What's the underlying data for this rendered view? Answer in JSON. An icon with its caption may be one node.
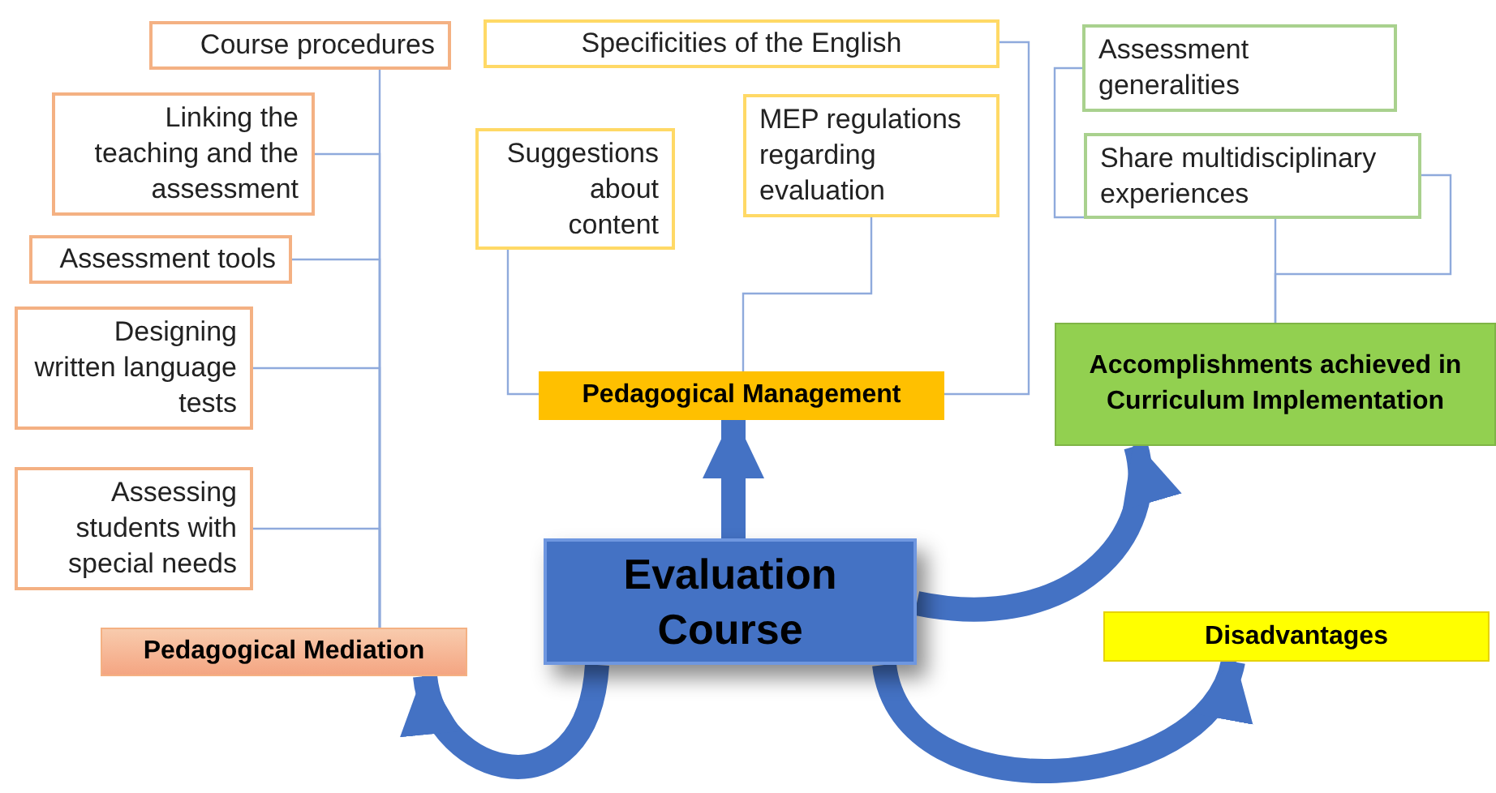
{
  "diagram": {
    "nodes": [
      {
        "text": [
          "Evaluation Course"
        ]
      },
      {
        "text": [
          "Pedagogical Mediation"
        ]
      },
      {
        "text": [
          "Course procedures"
        ]
      },
      {
        "text": [
          "Linking the teaching and the assessment"
        ]
      },
      {
        "text": [
          "Assessment tools"
        ]
      },
      {
        "text": [
          "Designing written language tests"
        ]
      },
      {
        "text": [
          "Assessing students with special needs"
        ]
      },
      {
        "text": [
          "Pedagogical Management"
        ]
      },
      {
        "text": [
          "Specificities of the English"
        ]
      },
      {
        "text": [
          "Suggestions about content"
        ]
      },
      {
        "text": [
          "MEP regulations regarding evaluation"
        ]
      },
      {
        "text": [
          "Accomplishments achieved in Curriculum Implementation"
        ]
      },
      {
        "text": [
          "Assessment generalities"
        ]
      },
      {
        "text": [
          "Share multidisciplinary experiences"
        ]
      },
      {
        "text": [
          "Disadvantages"
        ]
      }
    ],
    "edges": [
      {
        "from": 0,
        "to": 1,
        "arrow": "to",
        "style": "thick",
        "color": "#4472c4"
      },
      {
        "from": 0,
        "to": 7,
        "arrow": "to",
        "style": "thick",
        "color": "#4472c4"
      },
      {
        "from": 0,
        "to": 11,
        "arrow": "to",
        "style": "thick",
        "color": "#4472c4"
      },
      {
        "from": 0,
        "to": 14,
        "arrow": "to",
        "style": "thick",
        "color": "#4472c4"
      },
      {
        "from": 2,
        "to": 1,
        "arrow": "none"
      },
      {
        "from": 3,
        "to": 1,
        "arrow": "none"
      },
      {
        "from": 4,
        "to": 1,
        "arrow": "none"
      },
      {
        "from": 5,
        "to": 1,
        "arrow": "none"
      },
      {
        "from": 6,
        "to": 1,
        "arrow": "none"
      },
      {
        "from": 8,
        "to": 7,
        "arrow": "none"
      },
      {
        "from": 9,
        "to": 7,
        "arrow": "none"
      },
      {
        "from": 10,
        "to": 7,
        "arrow": "none"
      },
      {
        "from": 12,
        "to": 11,
        "arrow": "none"
      },
      {
        "from": 13,
        "to": 11,
        "arrow": "none"
      }
    ]
  }
}
